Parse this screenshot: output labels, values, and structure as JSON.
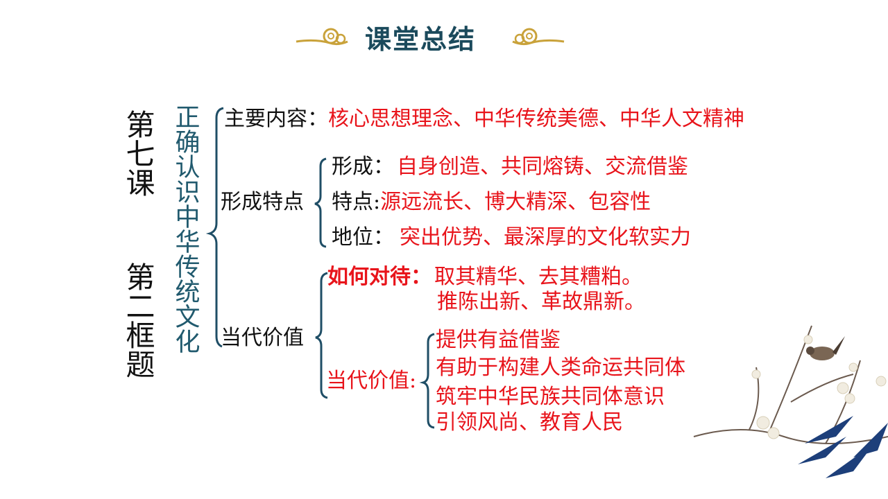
{
  "title": "课堂总结",
  "lesson": {
    "chapter": "第七课",
    "section": "第二框题"
  },
  "topic": "正确认识中华传统文化",
  "main_content": {
    "label": "主要内容：",
    "text": "核心思想理念、中华传统美德、中华人文精神"
  },
  "features": {
    "label": "形成特点",
    "items": [
      {
        "label": "形成：",
        "text": "自身创造、共同熔铸、交流借鉴"
      },
      {
        "label": "特点:",
        "text": "源远流长、博大精深、包容性"
      },
      {
        "label": "地位：",
        "text": "突出优势、最深厚的文化软实力"
      }
    ]
  },
  "value": {
    "label": "当代价值",
    "treat": {
      "label": "如何对待：",
      "lines": [
        "取其精华、去其糟粕。",
        "推陈出新、革故鼎新。"
      ]
    },
    "contemporary": {
      "label": "当代价值:",
      "items": [
        "提供有益借鉴",
        "有助于构建人类命运共同体",
        "筑牢中华民族共同体意识",
        "引领风尚、教育人民"
      ]
    }
  },
  "colors": {
    "title": "#1b4a5c",
    "brace": "#1f4e66",
    "topic": "#215a6e",
    "accent": "#e8141b",
    "ornament": "#c9a23a"
  }
}
